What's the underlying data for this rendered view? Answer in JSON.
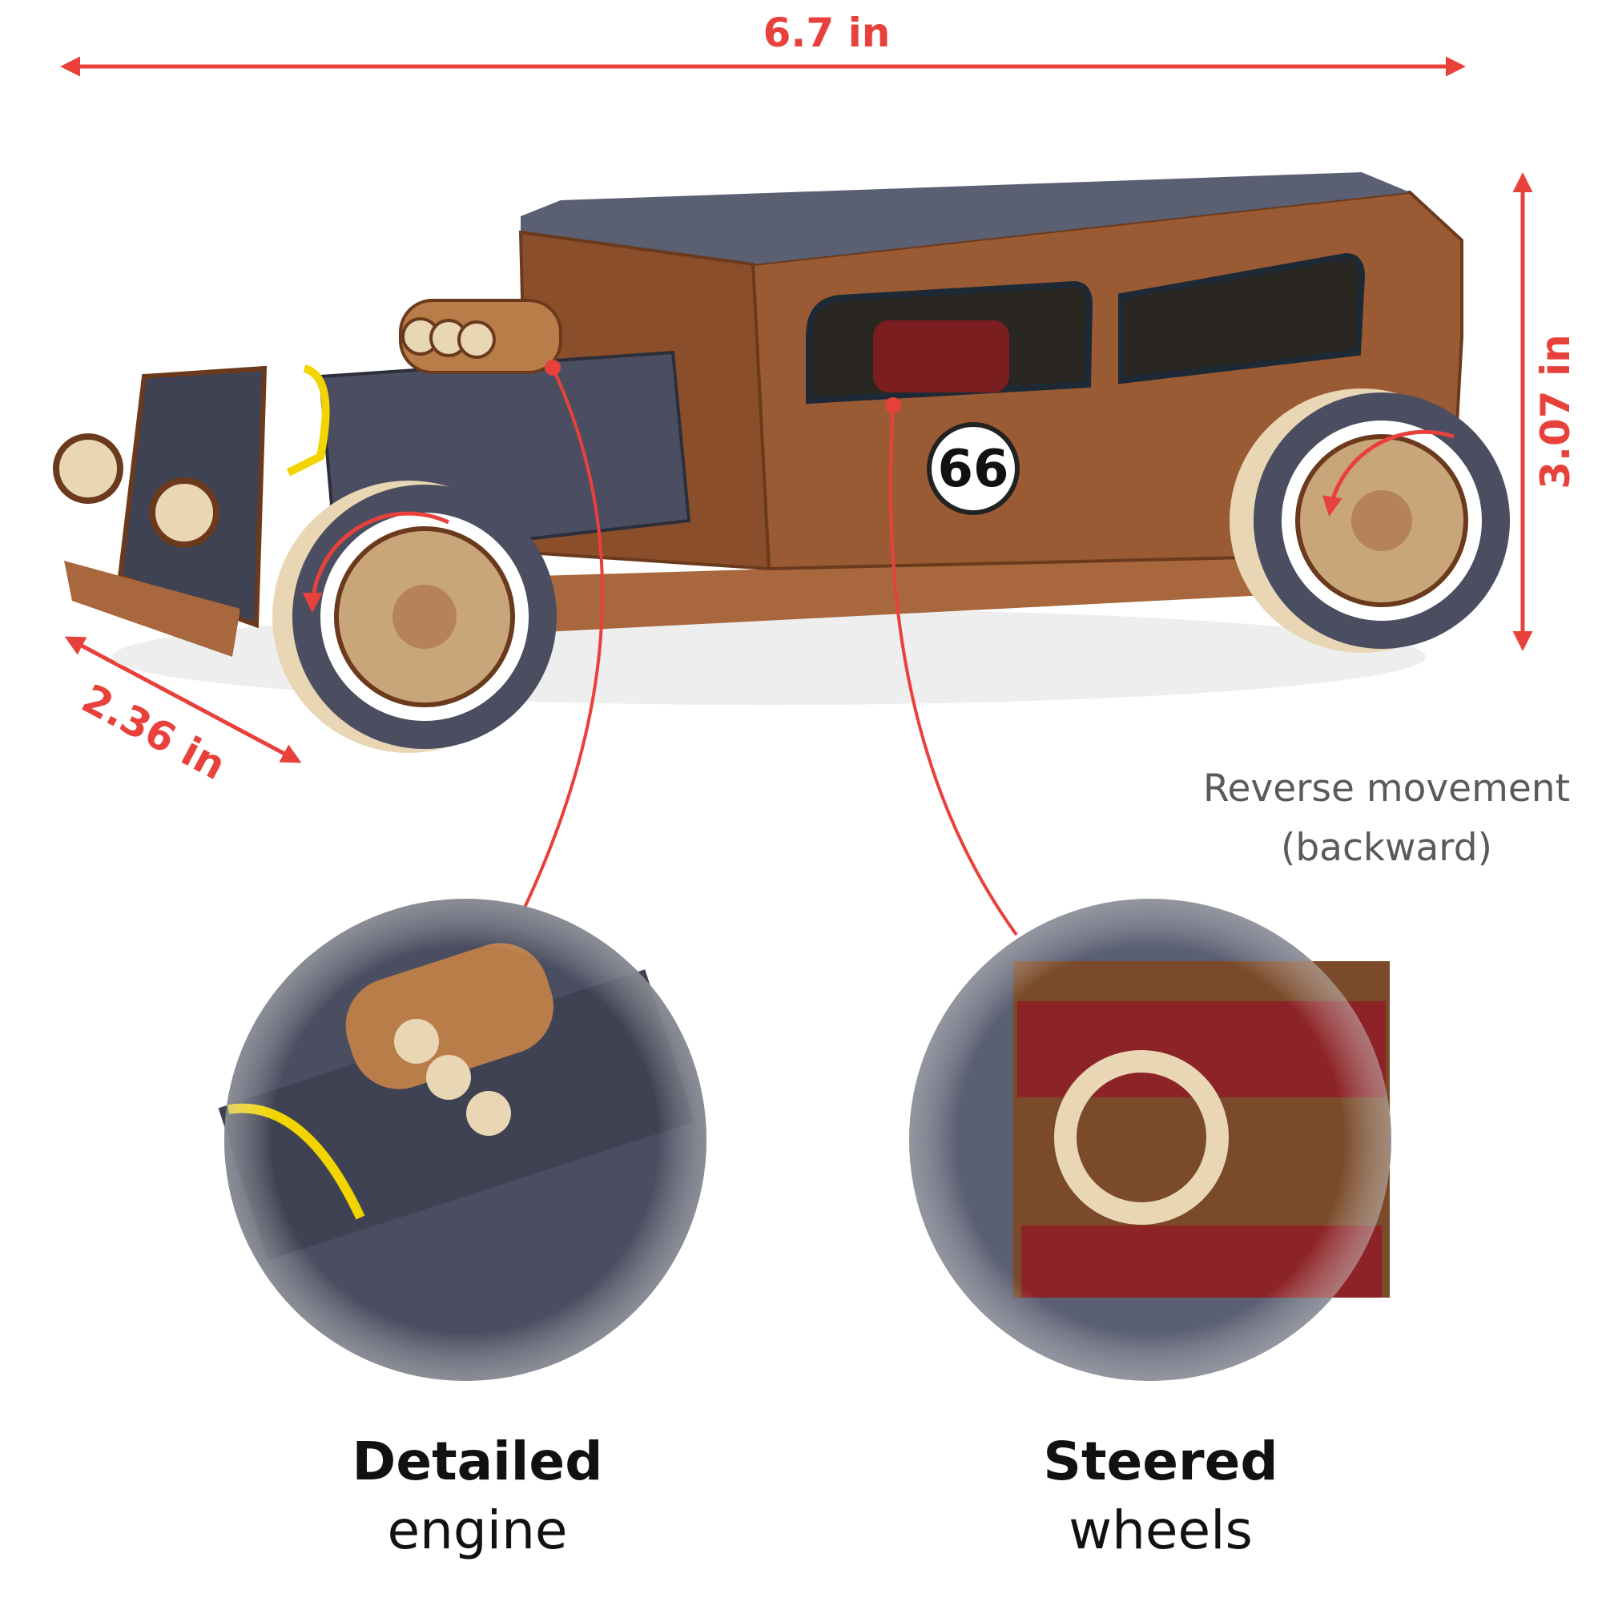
{
  "dimensions": {
    "length": "6.7 in",
    "height": "3.07 in",
    "width": "2.36 in"
  },
  "annotation": {
    "line1": "Reverse movement",
    "line2": "(backward)"
  },
  "features": [
    {
      "bold": "Detailed",
      "regular": "engine"
    },
    {
      "bold": "Steered",
      "regular": "wheels"
    }
  ],
  "car_number": "66",
  "colors": {
    "accent": "#e8413c",
    "wood": "#9a5a33",
    "dark_panel": "#4a4e60",
    "light_wood": "#e9d6b4"
  }
}
